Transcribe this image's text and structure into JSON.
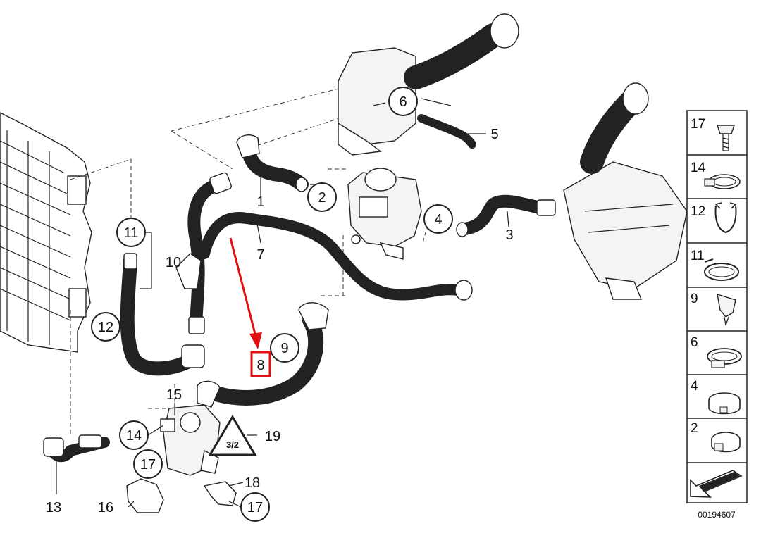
{
  "callouts": {
    "c1": "1",
    "c2": "2",
    "c3": "3",
    "c4": "4",
    "c5": "5",
    "c6": "6",
    "c7": "7",
    "c8": "8",
    "c9": "9",
    "c10": "10",
    "c11": "11",
    "c12": "12",
    "c13": "13",
    "c14": "14",
    "c15": "15",
    "c16": "16",
    "c17a": "17",
    "c17b": "17",
    "c18": "18",
    "c19": "19"
  },
  "legend": {
    "items": [
      "17",
      "14",
      "12",
      "11",
      "9",
      "6",
      "4",
      "2"
    ]
  },
  "reference_number": "00194607",
  "highlight": {
    "color": "#e01010",
    "target": "8"
  }
}
